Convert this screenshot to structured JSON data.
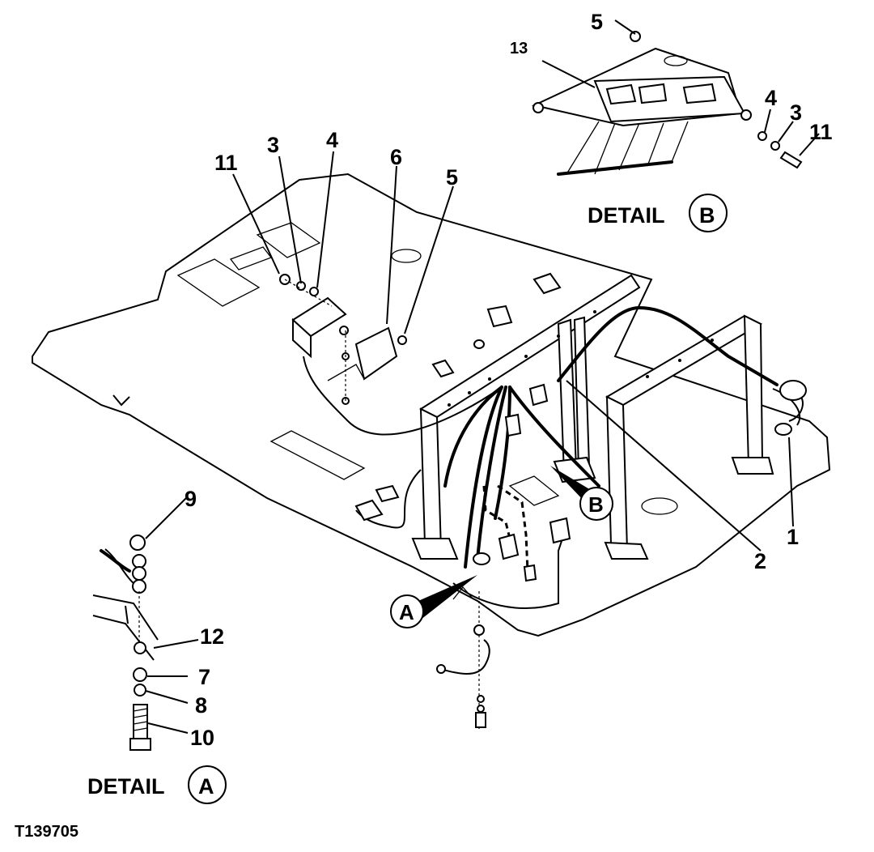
{
  "figure_id": "T139705",
  "detail_a": {
    "title": "DETAIL",
    "letter": "A"
  },
  "detail_b": {
    "title": "DETAIL",
    "letter": "B"
  },
  "callouts": {
    "main_A": "A",
    "main_B": "B",
    "n1": "1",
    "n2": "2",
    "n3_main": "3",
    "n4_main": "4",
    "n5_main": "5",
    "n6": "6",
    "n11_main": "11",
    "n3_b": "3",
    "n4_b": "4",
    "n5_b": "5",
    "n11_b": "11",
    "n13": "13",
    "n7": "7",
    "n8": "8",
    "n9": "9",
    "n10": "10",
    "n12": "12"
  }
}
